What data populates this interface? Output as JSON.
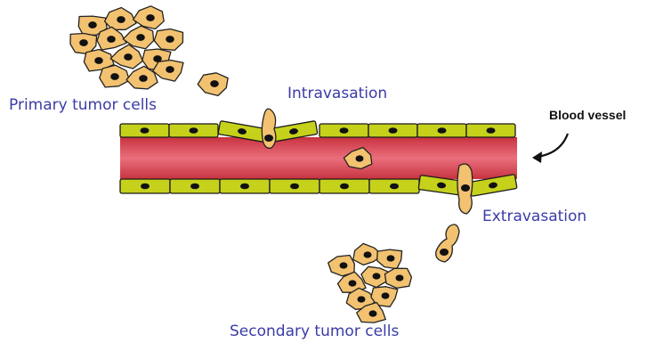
{
  "labels": {
    "primary": "Primary tumor cells",
    "intravasation": "Intravasation",
    "blood_vessel": "Blood vessel",
    "extravasation": "Extravasation",
    "secondary": "Secondary tumor cells"
  },
  "colors": {
    "tumor_cell_fill": "#f2c270",
    "nucleus": "#111111",
    "endothelial_cell": "#c6d11c",
    "blood_outer": "#c8323f",
    "blood_inner": "#ea6f7c",
    "label_text": "#3b3ba8"
  }
}
